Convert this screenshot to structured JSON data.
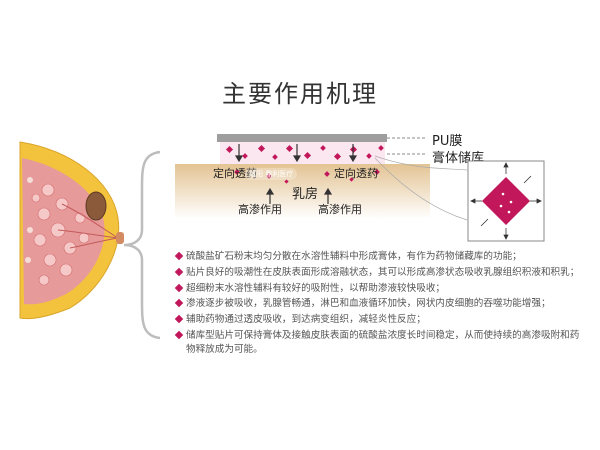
{
  "title": "主要作用机理",
  "diagram": {
    "pu_film_label": "PU膜",
    "paste_reservoir_label": "膏体储库",
    "breast_label": "乳房",
    "left_permeation_label": "定向透药",
    "right_permeation_label": "定向透药",
    "left_high_perm_label": "高渗作用",
    "right_high_perm_label": "高渗作用",
    "watermark": "咸阳 鼎利医疗"
  },
  "bullets": [
    "硫酸盐矿石粉末均匀分散在水溶性辅料中形成膏体，有作为药物储藏库的功能；",
    "贴片良好的吸潮性在皮肤表面形成溶融状态，其可以形成高渗状态吸收乳腺组织积液和积乳；",
    "超细粉末水溶性辅料有较好的吸附性，以帮助渗液较快吸收；",
    "渗液逐步被吸收，乳腺管畅通，淋巴和血液循环加快，网状内皮细胞的吞噬功能增强；",
    "辅助药物通过透皮吸收，到达病变组织，减轻炎性反应；",
    "储库型贴片可保持膏体及接触皮肤表面的硫酸盐浓度长时间稳定，从而使持续的高渗吸附和药物释放成为可能。"
  ],
  "colors": {
    "magenta": "#c2185b",
    "film_gray": "#9e9e9e",
    "skin_beige": "#e8cfa6",
    "breast_yellow": "#f3c33e",
    "tissue_pink": "#e79a9a"
  }
}
